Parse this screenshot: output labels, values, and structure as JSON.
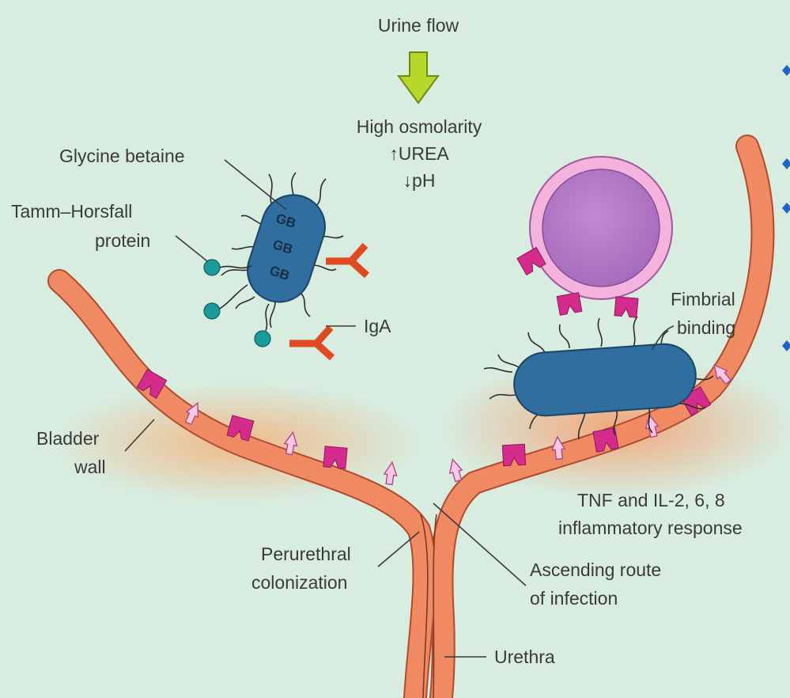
{
  "labels": {
    "urine_flow": "Urine flow",
    "osmolarity": "High osmolarity",
    "urea": "↑UREA",
    "ph": "↓pH",
    "glycine_betaine": "Glycine betaine",
    "tamm_line1": "Tamm–Horsfall",
    "tamm_line2": "protein",
    "iga": "IgA",
    "fimbrial_line1": "Fimbrial",
    "fimbrial_line2": "binding",
    "bladder_line1": "Bladder",
    "bladder_line2": "wall",
    "tnf_line1": "TNF and IL-2, 6, 8",
    "tnf_line2": "inflammatory response",
    "perurethral_line1": "Perurethral",
    "perurethral_line2": "colonization",
    "ascending_line1": "Ascending route",
    "ascending_line2": "of infection",
    "urethra": "Urethra",
    "gb": "GB"
  },
  "colors": {
    "background": "#d8ecdf",
    "bladder_wall": "#f08a62",
    "bladder_outline": "#b24a2e",
    "bacterium": "#2f6e9f",
    "receptor": "#d42b8c",
    "antibody": "#e04a22",
    "tamm_horsfall": "#1a9a9a",
    "arrow_green": "#b6d82a",
    "cell_outer": "#f3b3dc",
    "cell_inner": "#b579c7",
    "cytokine_arrow": "#f7c8e6",
    "bullet": "#1f64c8"
  }
}
